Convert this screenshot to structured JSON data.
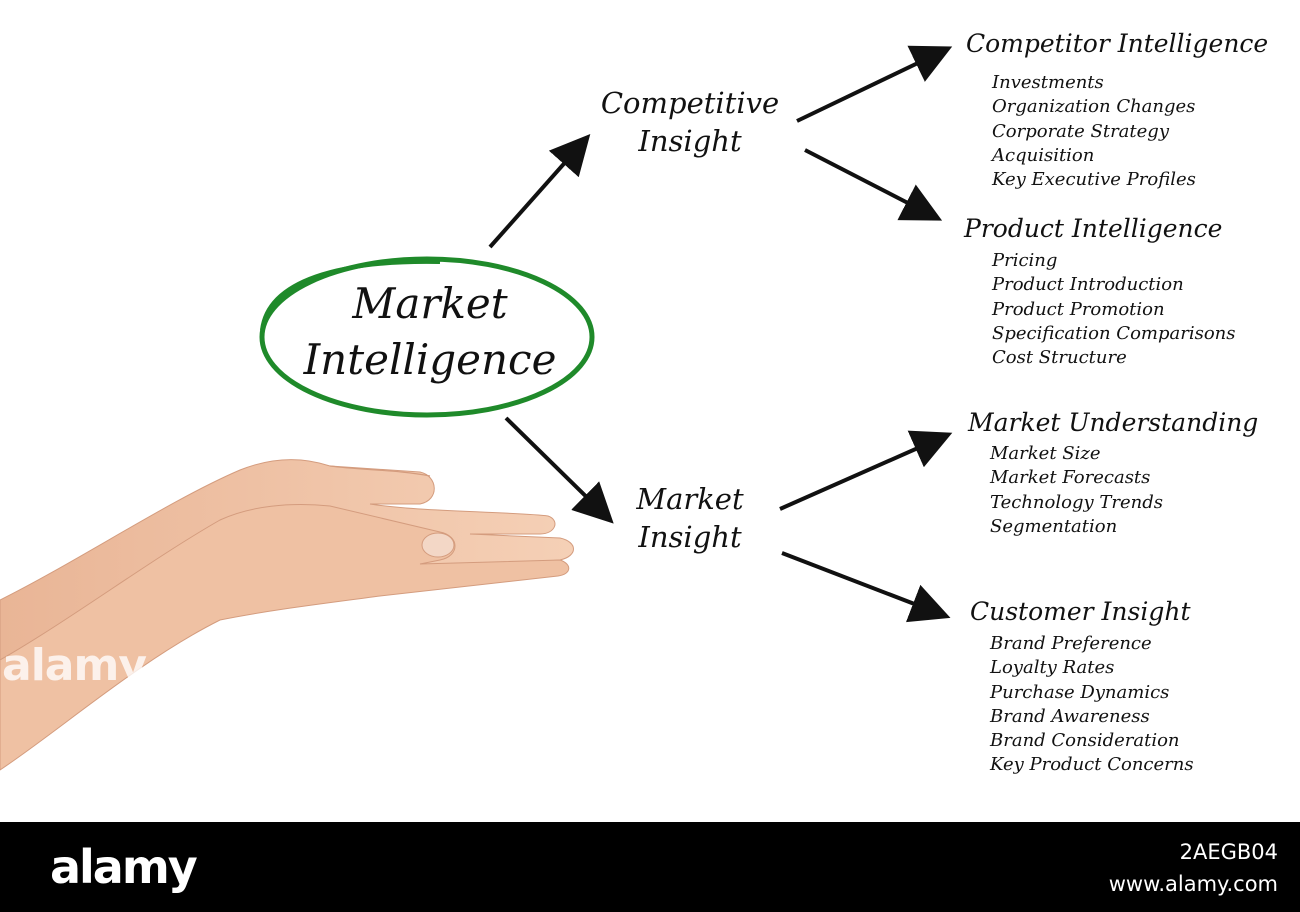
{
  "diagram": {
    "center": {
      "line1": "Market",
      "line2": "Intelligence"
    },
    "branches": [
      {
        "title_line1": "Competitive",
        "title_line2": "Insight",
        "categories": [
          {
            "title": "Competitor Intelligence",
            "items": [
              "Investments",
              "Organization Changes",
              "Corporate Strategy",
              "Acquisition",
              "Key Executive Profiles"
            ]
          },
          {
            "title": "Product Intelligence",
            "items": [
              "Pricing",
              "Product Introduction",
              "Product Promotion",
              "Specification Comparisons",
              "Cost Structure"
            ]
          }
        ]
      },
      {
        "title_line1": "Market",
        "title_line2": "Insight",
        "categories": [
          {
            "title": "Market Understanding",
            "items": [
              "Market Size",
              "Market Forecasts",
              "Technology Trends",
              "Segmentation"
            ]
          },
          {
            "title": "Customer Insight",
            "items": [
              "Brand Preference",
              "Loyalty Rates",
              "Purchase Dynamics",
              "Brand Awareness",
              "Brand Consideration",
              "Key Product Concerns"
            ]
          }
        ]
      }
    ],
    "colors": {
      "ellipse": "#1f8a2a",
      "arrow": "#111111",
      "skin": "#f0c4a6"
    }
  },
  "watermark": {
    "text": "alamy"
  },
  "footer": {
    "logo": "alamy",
    "image_id": "2AEGB04",
    "url": "www.alamy.com"
  }
}
